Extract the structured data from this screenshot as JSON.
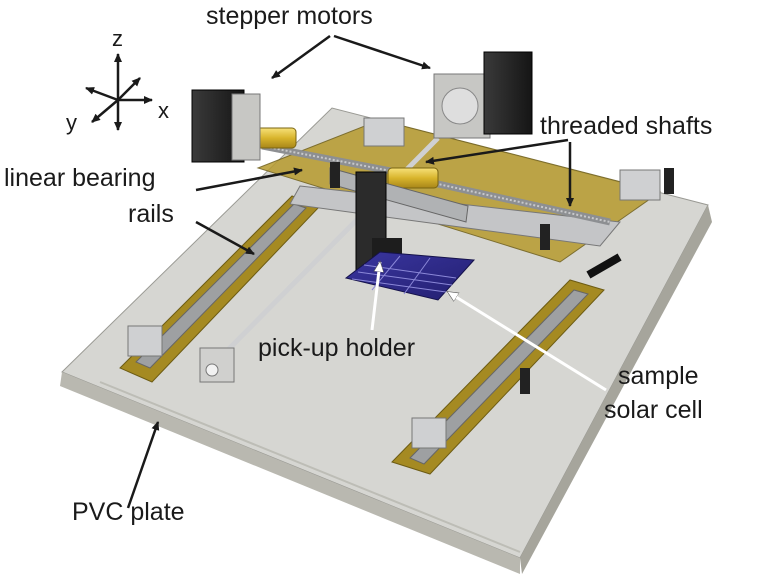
{
  "labels": {
    "stepper_motors": "stepper motors",
    "threaded_shafts": "threaded shafts",
    "linear_bearing": "linear bearing",
    "rails": "rails",
    "pick_up_holder": "pick-up holder",
    "sample": "sample",
    "solar_cell": "solar cell",
    "pvc_plate": "PVC plate"
  },
  "axes": {
    "z": "z",
    "x": "x",
    "y": "y"
  },
  "colors": {
    "plate_top": "#d6d6d2",
    "plate_edge": "#b9b8b0",
    "rail_base": "#a58a22",
    "rail": "#9ea0a2",
    "motor": "#2a2a2a",
    "coupler": "#e2c23a",
    "solar_cell": "#2f2b8a",
    "arrow": "#1a1a1a"
  }
}
